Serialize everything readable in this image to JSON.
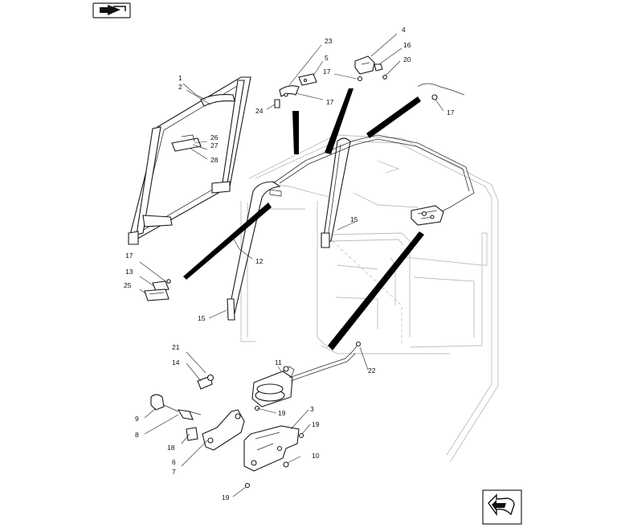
{
  "nav": {
    "prev_icon": "arrow-left-icon",
    "next_icon": "arrow-right-icon"
  },
  "callouts": {
    "c1": "1",
    "c2": "2",
    "c3": "3",
    "c4": "4",
    "c5": "5",
    "c6": "6",
    "c7": "7",
    "c8": "8",
    "c9": "9",
    "c10": "10",
    "c11": "11",
    "c12": "12",
    "c13": "13",
    "c14": "14",
    "c15a": "15",
    "c15b": "15",
    "c16": "16",
    "c17a": "17",
    "c17b": "17",
    "c17c": "17",
    "c17d": "17",
    "c18": "18",
    "c19a": "19",
    "c19b": "19",
    "c19c": "19",
    "c20": "20",
    "c21": "21",
    "c22": "22",
    "c23": "23",
    "c24": "24",
    "c25": "25",
    "c26": "26",
    "c27": "27",
    "c28": "28"
  },
  "colors": {
    "line": "#1a1a1a",
    "cab": "#bdbdbd",
    "arrow": "#000000"
  }
}
